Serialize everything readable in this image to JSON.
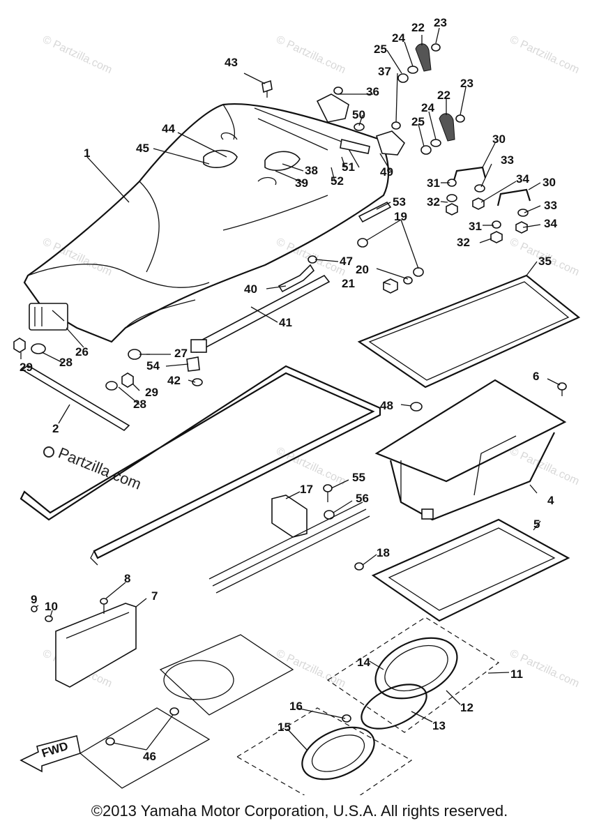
{
  "watermark": "© Partzilla.com",
  "watermark_main": "Partzilla.com",
  "fwd_label": "FWD",
  "copyright": "©2013 Yamaha Motor Corporation, U.S.A. All rights reserved.",
  "labels": {
    "p1": "1",
    "p2": "2",
    "p4": "4",
    "p5": "5",
    "p6": "6",
    "p7": "7",
    "p8": "8",
    "p9": "9",
    "p10": "10",
    "p11": "11",
    "p12": "12",
    "p13": "13",
    "p14": "14",
    "p15": "15",
    "p16": "16",
    "p17": "17",
    "p18": "18",
    "p19": "19",
    "p20": "20",
    "p21": "21",
    "p22a": "22",
    "p22b": "22",
    "p23a": "23",
    "p23b": "23",
    "p24a": "24",
    "p24b": "24",
    "p25a": "25",
    "p25b": "25",
    "p26": "26",
    "p27": "27",
    "p28a": "28",
    "p28b": "28",
    "p29a": "29",
    "p29b": "29",
    "p30a": "30",
    "p30b": "30",
    "p31a": "31",
    "p31b": "31",
    "p32a": "32",
    "p32b": "32",
    "p33a": "33",
    "p33b": "33",
    "p34a": "34",
    "p34b": "34",
    "p35": "35",
    "p36": "36",
    "p37": "37",
    "p38": "38",
    "p39": "39",
    "p40": "40",
    "p41": "41",
    "p42": "42",
    "p43": "43",
    "p44": "44",
    "p45": "45",
    "p46": "46",
    "p47": "47",
    "p48": "48",
    "p49": "49",
    "p50": "50",
    "p51": "51",
    "p52": "52",
    "p53": "53",
    "p54": "54",
    "p55": "55",
    "p56": "56"
  }
}
